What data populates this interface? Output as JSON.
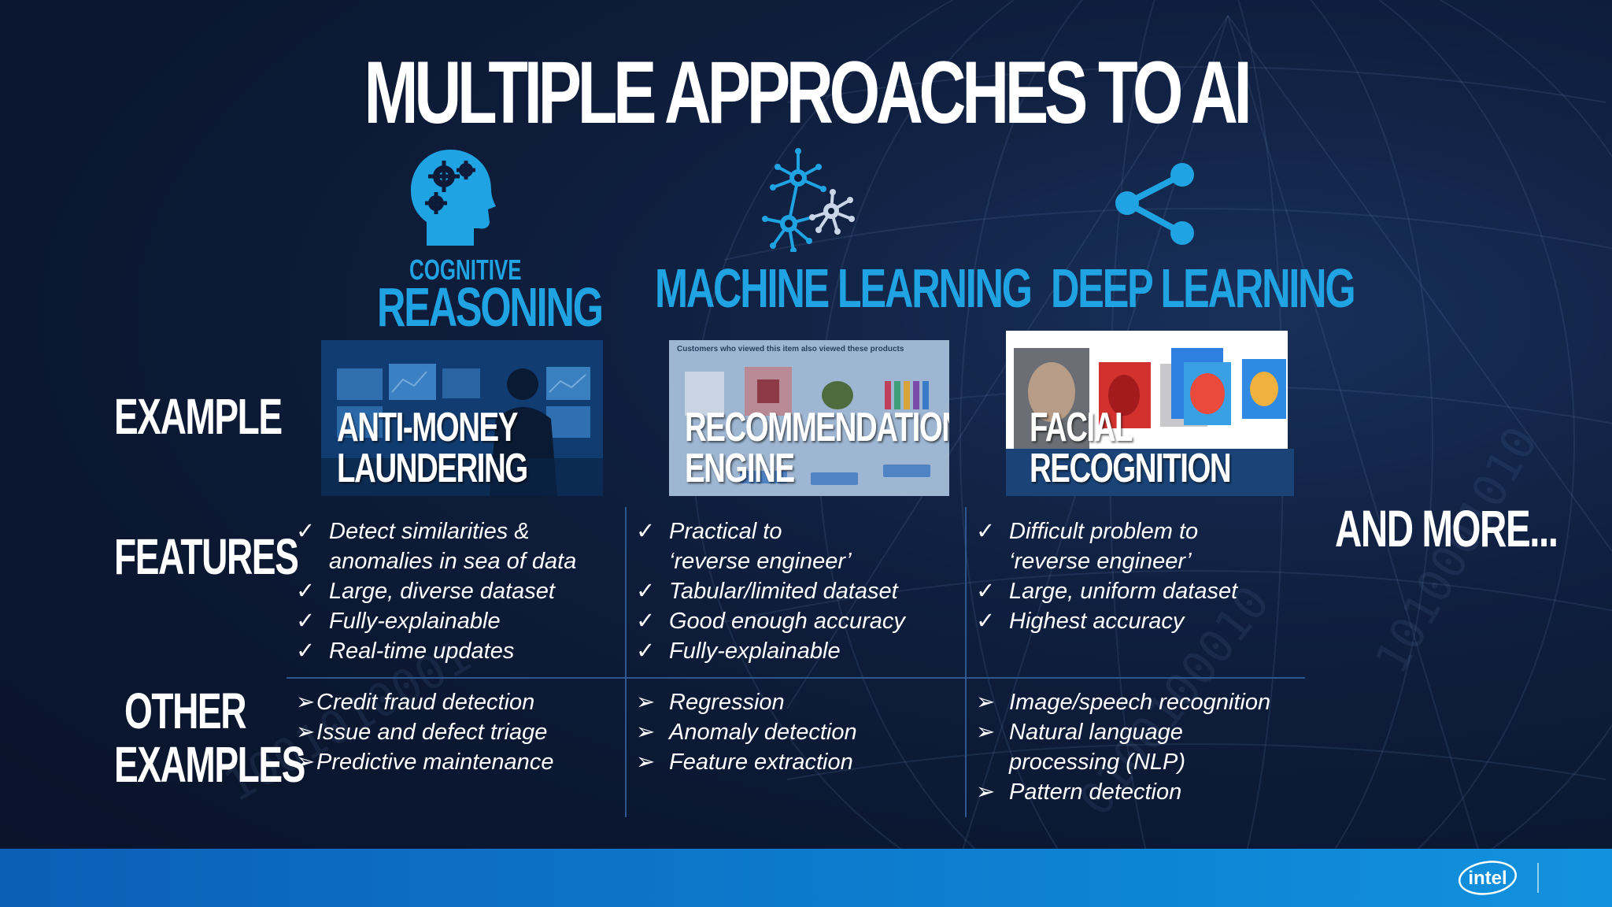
{
  "title": "MULTIPLE APPROACHES TO AI",
  "row_labels": {
    "example": "EXAMPLE",
    "features": "FEATURES",
    "other_line1": "OTHER",
    "other_line2": "EXAMPLES"
  },
  "columns": [
    {
      "title_small": "COGNITIVE",
      "title": "REASONING",
      "icon": "head-gears-icon",
      "example_line1": "ANTI-MONEY",
      "example_line2": "LAUNDERING",
      "features": [
        "Detect similarities &",
        "anomalies in sea of data",
        "Large, diverse dataset",
        "Fully-explainable",
        "Real-time updates"
      ],
      "other_examples": [
        "Credit fraud detection",
        "Issue and defect triage",
        "Predictive maintenance"
      ]
    },
    {
      "title": "MACHINE LEARNING",
      "icon": "network-nodes-icon",
      "example_header": "Customers who viewed this item also viewed these products",
      "example_line1": "RECOMMENDATION",
      "example_line2": "ENGINE",
      "features": [
        "Practical to",
        "‘reverse engineer’",
        "Tabular/limited dataset",
        "Good enough accuracy",
        "Fully-explainable"
      ],
      "other_examples": [
        "Regression",
        "Anomaly detection",
        "Feature extraction"
      ]
    },
    {
      "title": "DEEP LEARNING",
      "icon": "share-nodes-icon",
      "example_line1": "FACIAL",
      "example_line2": "RECOGNITION",
      "features": [
        "Difficult problem to",
        "‘reverse engineer’",
        "Large, uniform dataset",
        "Highest accuracy"
      ],
      "other_examples": [
        "Image/speech recognition",
        "Natural language",
        "processing (NLP)",
        "Pattern detection"
      ]
    }
  ],
  "and_more": "AND MORE...",
  "logo": "intel",
  "colors": {
    "accent": "#1fa3e2",
    "background": "#0d1b38",
    "footer": "#0d7fd0",
    "divider": "#2c5791"
  }
}
